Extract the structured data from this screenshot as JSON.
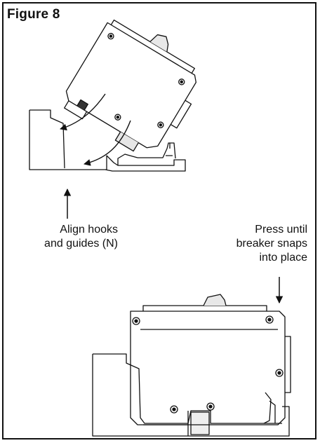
{
  "figure": {
    "title": "Figure 8",
    "callouts": {
      "align_line1": "Align hooks",
      "align_line2": "and guides (N)",
      "press_line1": "Press until",
      "press_line2": "breaker snaps",
      "press_line3": "into place"
    }
  }
}
